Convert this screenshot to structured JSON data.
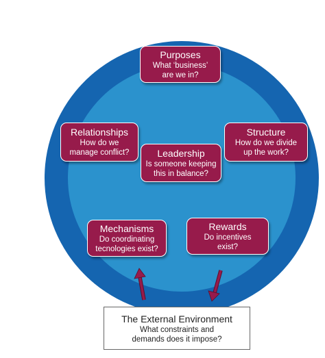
{
  "diagram": {
    "boxes": {
      "purposes": {
        "title": "Purposes",
        "question": "What ‘business’\nare we in?"
      },
      "relationships": {
        "title": "Relationships",
        "question": "How do we\nmanage conflict?"
      },
      "structure": {
        "title": "Structure",
        "question": "How do we divide\nup the work?"
      },
      "leadership": {
        "title": "Leadership",
        "question": "Is someone keeping\nthis in balance?"
      },
      "mechanisms": {
        "title": "Mechanisms",
        "question": "Do coordinating\ntecnologies exist?"
      },
      "rewards": {
        "title": "Rewards",
        "question": "Do incentives\nexist?"
      }
    },
    "environment": {
      "title": "The External Environment",
      "question": "What constraints and\ndemands does it impose?"
    },
    "colors": {
      "outer_ring": "#1565b0",
      "inner_circle": "#2b92cd",
      "box_fill": "#971b4b",
      "arrow": "#8e1a47"
    }
  }
}
